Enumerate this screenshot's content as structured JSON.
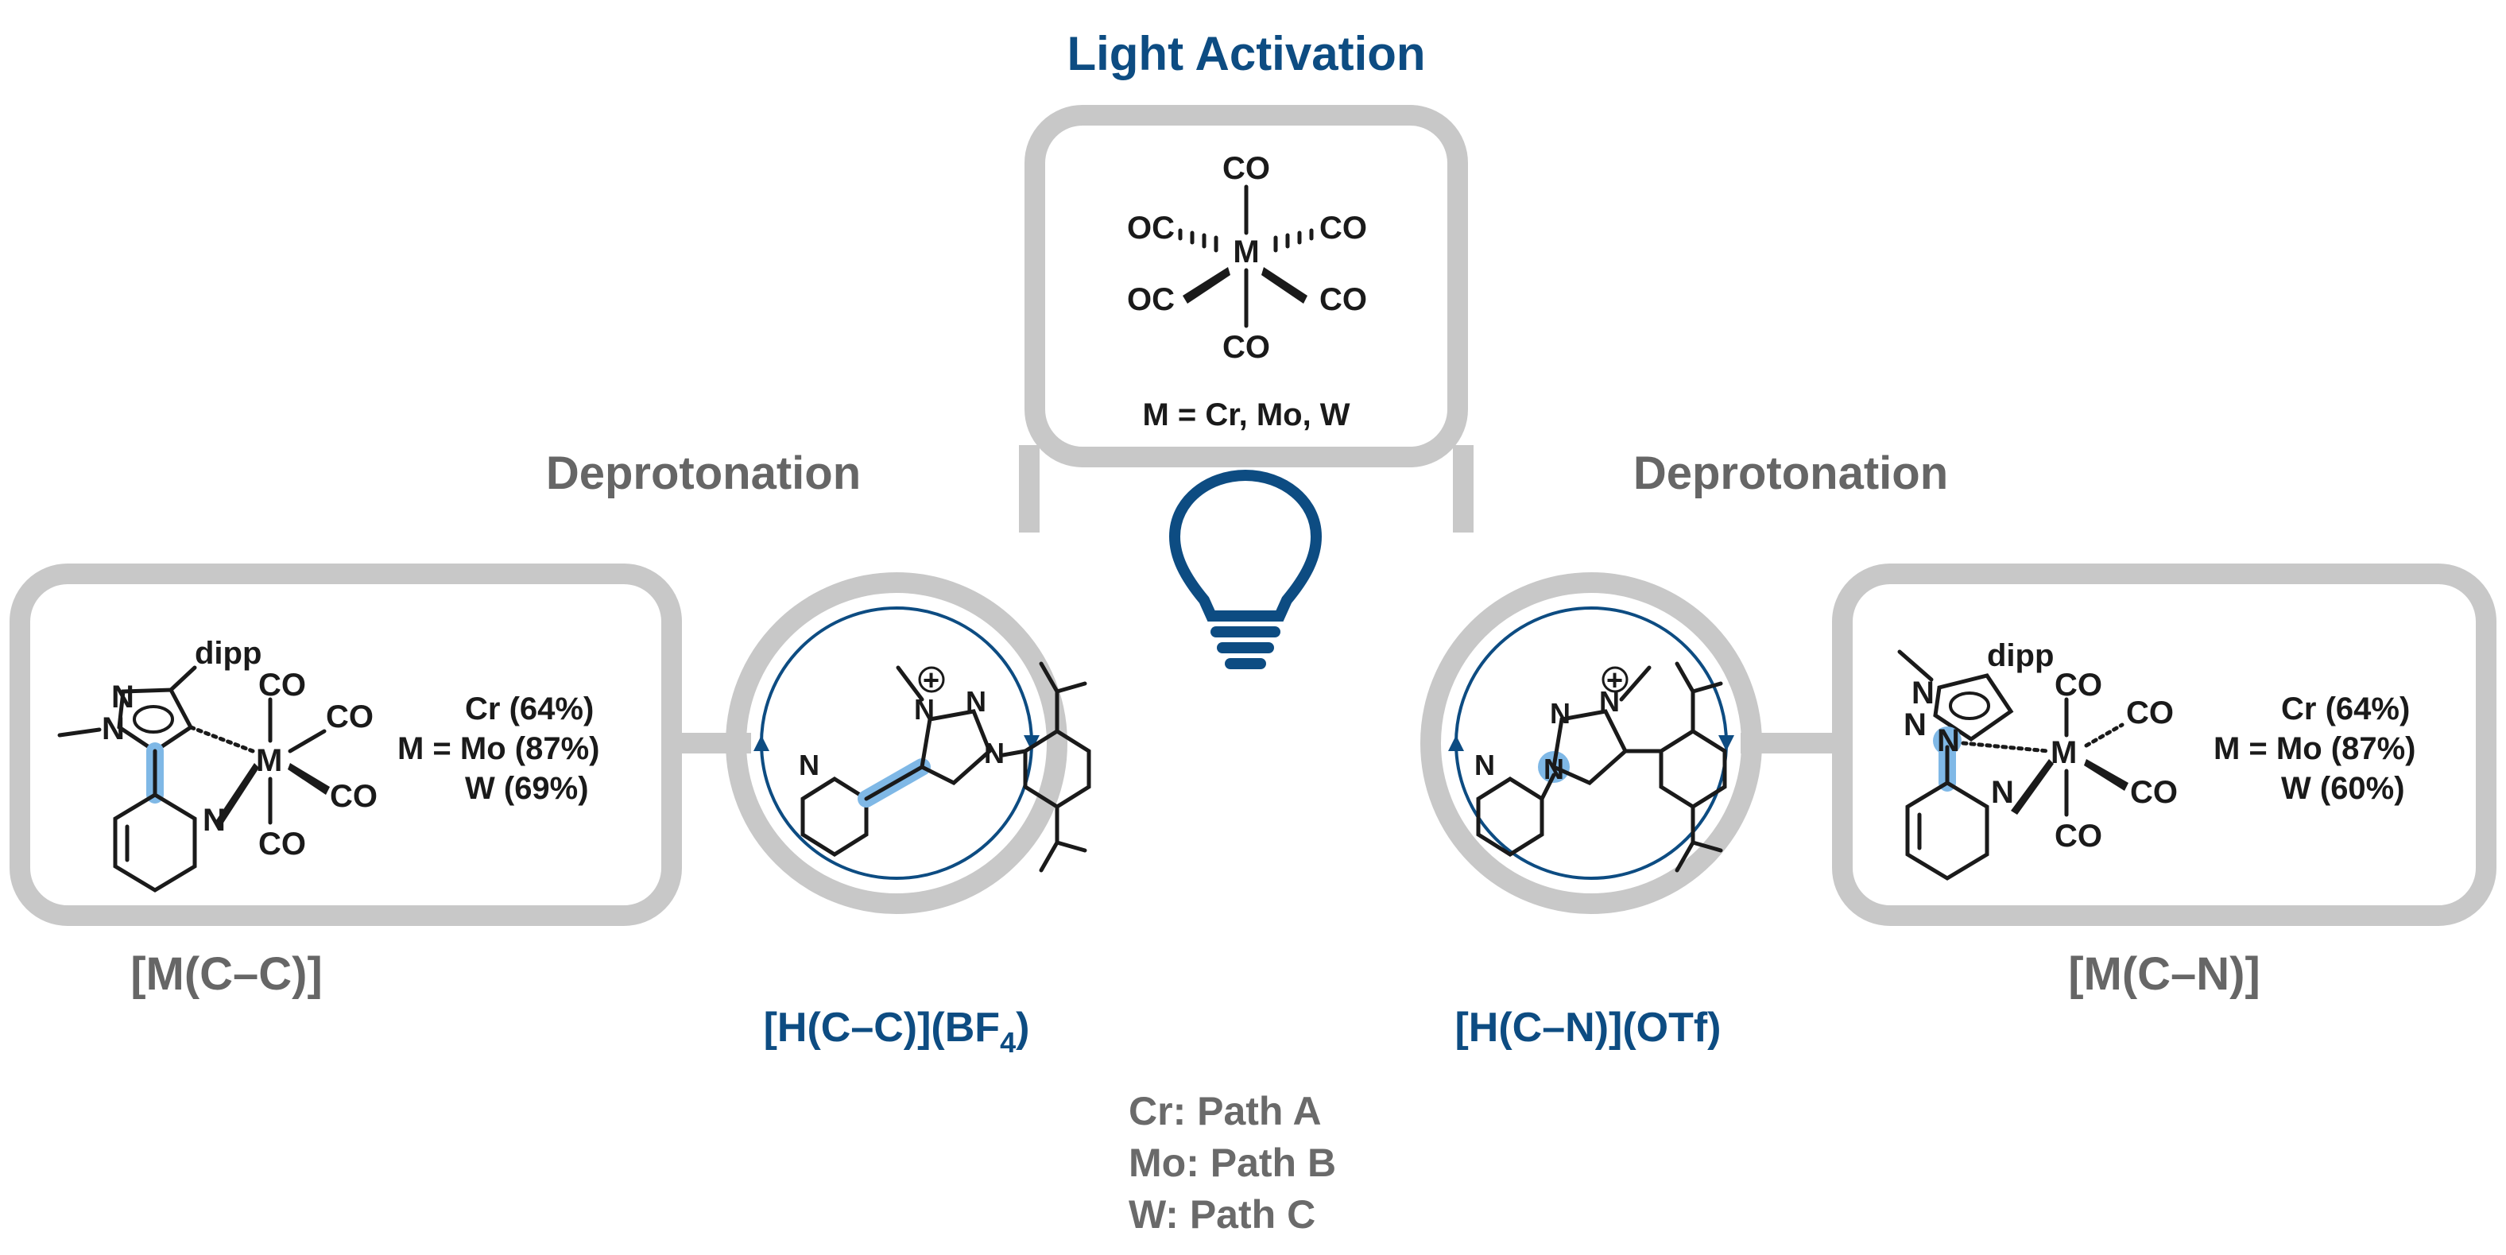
{
  "title_top": "Light Activation",
  "deprotonation_left": "Deprotonation",
  "deprotonation_right": "Deprotonation",
  "top_complex": {
    "ligand": "CO",
    "ligand_left": "OC",
    "metal": "M",
    "metal_def": "M = Cr, Mo, W"
  },
  "left_product": {
    "name": "[M(C–C)]",
    "substituent": "dipp",
    "yield_lines": [
      "Cr  (64%)",
      "M = Mo (87%)",
      "W   (69%)"
    ]
  },
  "right_product": {
    "name": "[M(C–N)]",
    "substituent": "dipp",
    "yield_lines": [
      "Cr  (64%)",
      "M = Mo (87%)",
      "W   (60%)"
    ]
  },
  "left_ligand": {
    "label_main": "[H(C–C)](BF",
    "label_sub": "4",
    "label_end": ")"
  },
  "right_ligand": {
    "label": "[H(C–N)](OTf)"
  },
  "paths": [
    "Cr:  Path A",
    "Mo: Path B",
    "W:   Path C"
  ],
  "atoms": {
    "N": "N",
    "plus": "+",
    "CO": "CO",
    "M": "M"
  },
  "colors": {
    "box_gray": "#c8c8c8",
    "accent_blue": "#0d4c82",
    "highlight": "#7fb8e6",
    "text_gray": "#666666"
  }
}
